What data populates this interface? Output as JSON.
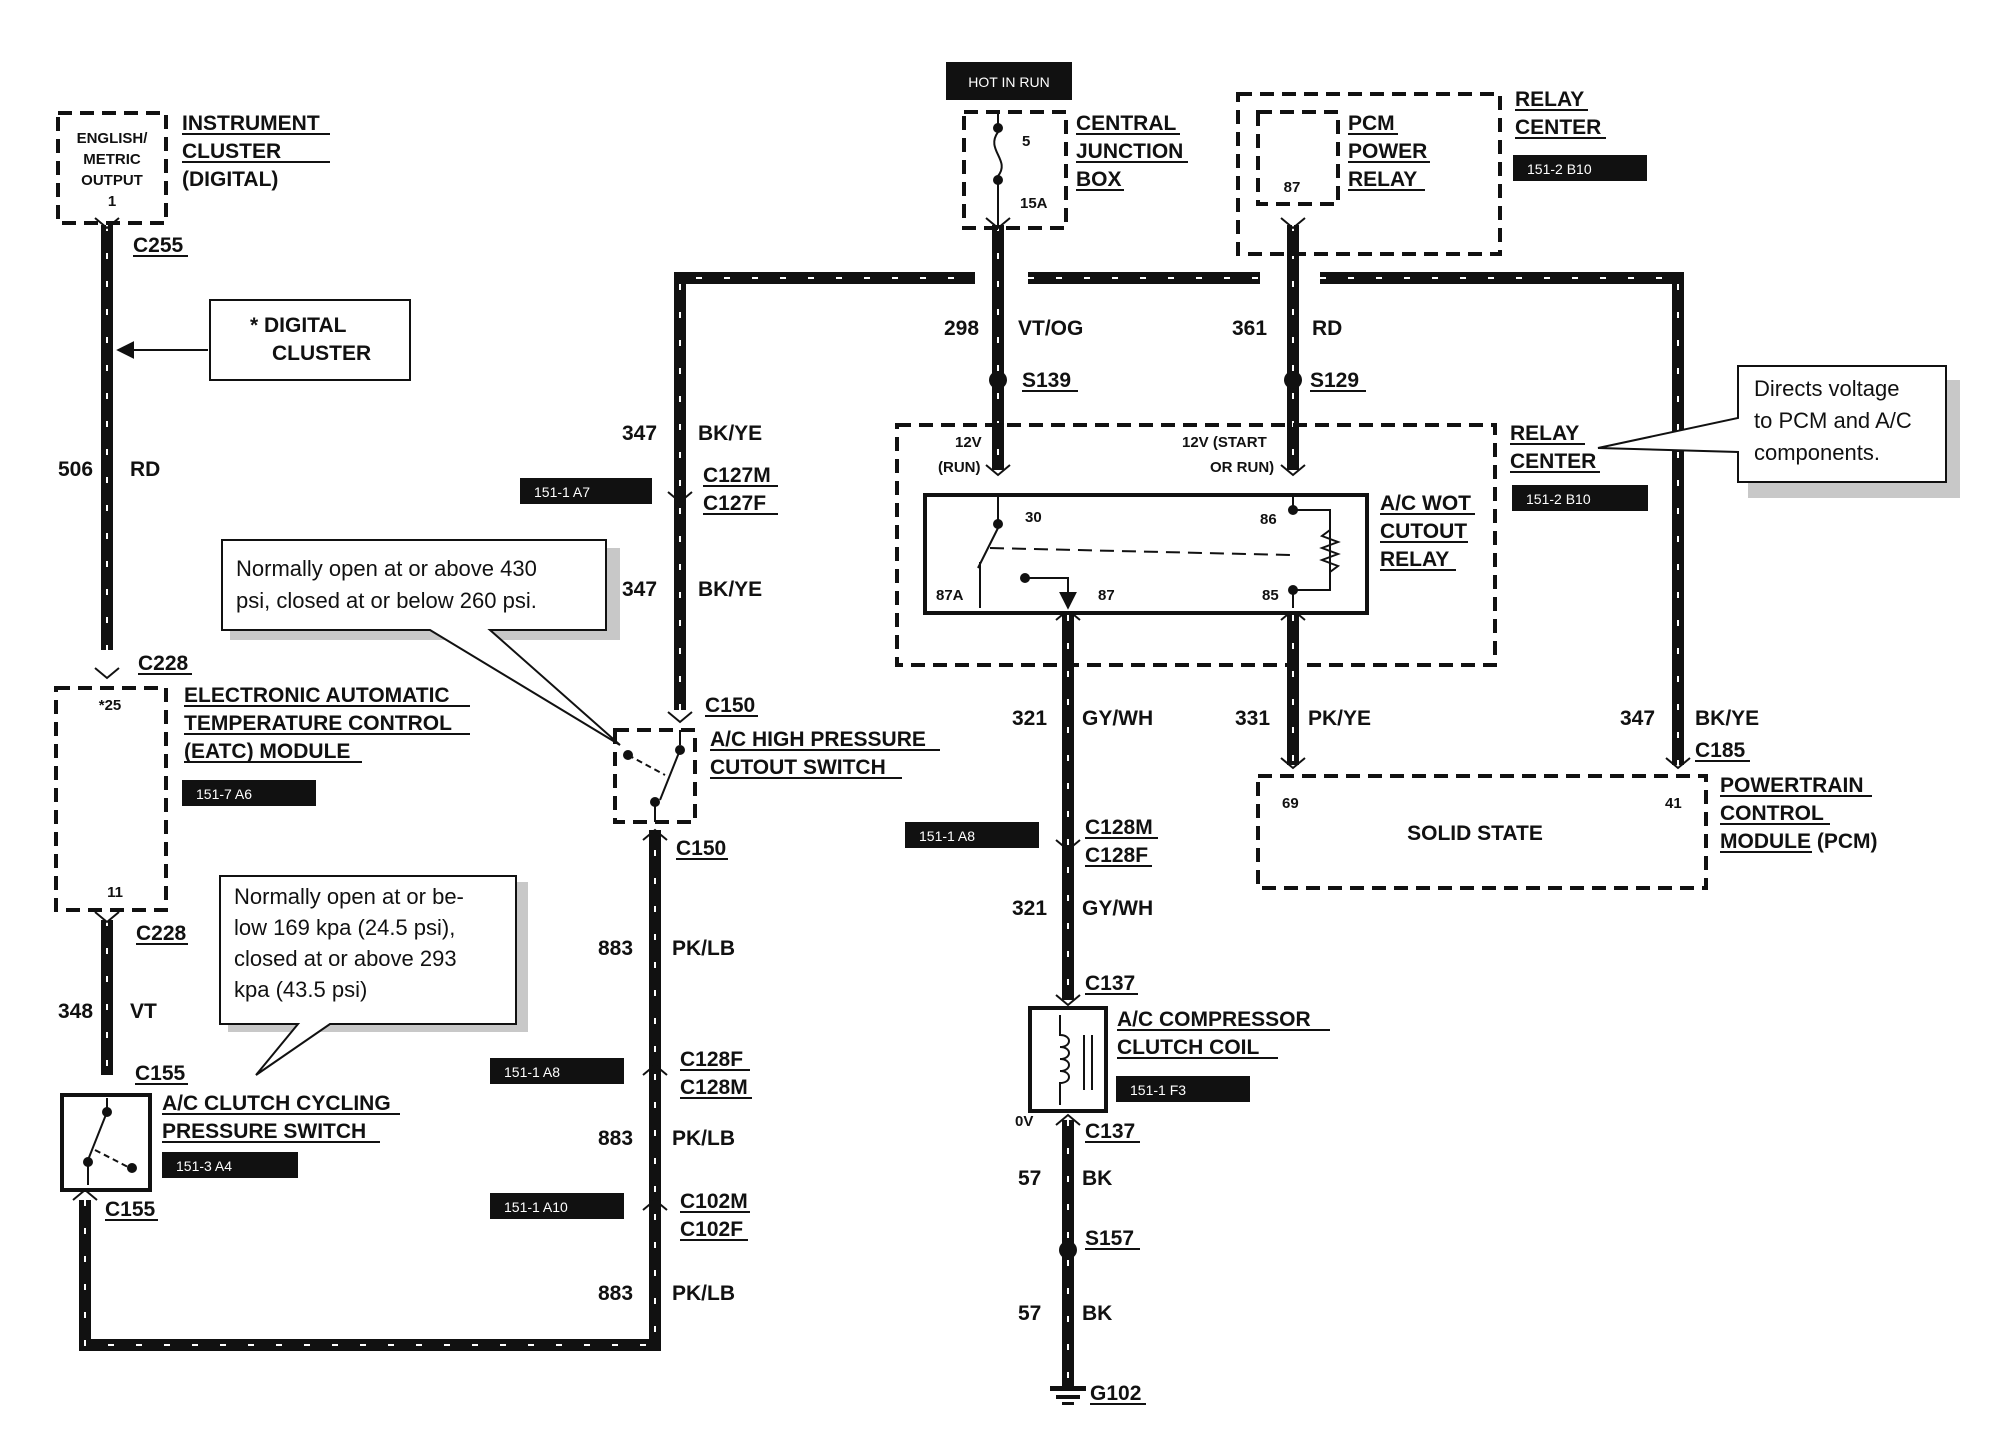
{
  "labels": {
    "hot_in_run": "HOT IN RUN",
    "cluster_box": [
      "ENGLISH/",
      "METRIC",
      "OUTPUT",
      "1"
    ],
    "instrument_cluster": [
      "INSTRUMENT",
      "CLUSTER",
      "(DIGITAL)"
    ],
    "c255": "C255",
    "digital_cluster": [
      "* DIGITAL",
      "CLUSTER"
    ],
    "w506": "506",
    "rd1": "RD",
    "c228a": "C228",
    "c228b": "C228",
    "eatc_pin25": "*25",
    "eatc_pin11": "11",
    "eatc": [
      "ELECTRONIC AUTOMATIC",
      "TEMPERATURE CONTROL",
      "(EATC) MODULE"
    ],
    "ref_eatc": "151-7 A6",
    "w348": "348",
    "vt": "VT",
    "c155a": "C155",
    "c155b": "C155",
    "clutch_cycling": [
      "A/C CLUTCH CYCLING",
      "PRESSURE SWITCH"
    ],
    "ref_cycling": "151-3 A4",
    "note_high": [
      "Normally open at or above 430",
      "psi, closed at or below 260 psi."
    ],
    "note_low": [
      "Normally open at or be-",
      "low 169 kpa (24.5 psi),",
      "closed at or above 293",
      "kpa (43.5 psi)"
    ],
    "w347a": "347",
    "bkye_a": "BK/YE",
    "c127m": "C127M",
    "c127f": "C127F",
    "ref_c127": "151-1 A7",
    "w347b": "347",
    "bkye_b": "BK/YE",
    "c150a": "C150",
    "c150b": "C150",
    "high_pressure": [
      "A/C HIGH PRESSURE",
      "CUTOUT  SWITCH"
    ],
    "w883a": "883",
    "pklb_a": "PK/LB",
    "c128f_a": "C128F",
    "c128m_a": "C128M",
    "ref_c128a": "151-1 A8",
    "w883b": "883",
    "pklb_b": "PK/LB",
    "c102m": "C102M",
    "c102f": "C102F",
    "ref_c102": "151-1 A10",
    "w883c": "883",
    "pklb_c": "PK/LB",
    "cjb_pin5": "5",
    "cjb_15a": "15A",
    "cjb": [
      "CENTRAL",
      "JUNCTION",
      "BOX"
    ],
    "w298": "298",
    "vtog": "VT/OG",
    "s139": "S139",
    "pcm_relay_pin": "87",
    "pcm_relay": [
      "PCM",
      "POWER",
      "RELAY"
    ],
    "relay_center_top": [
      "RELAY",
      "CENTER"
    ],
    "ref_rc_top": "151-2 B10",
    "w361": "361",
    "rd2": "RD",
    "s129": "S129",
    "note_directs": [
      "Directs voltage",
      "to PCM and A/C",
      "components."
    ],
    "relay_center_mid": [
      "RELAY",
      "CENTER"
    ],
    "ref_rc_mid": "151-2 B10",
    "v12run": [
      "12V",
      "(RUN)"
    ],
    "v12start": [
      "12V (START",
      "OR RUN)"
    ],
    "pin30": "30",
    "pin86": "86",
    "pin87a": "87A",
    "pin87": "87",
    "pin85": "85",
    "wot": [
      "A/C WOT",
      "CUTOUT",
      "RELAY"
    ],
    "w321a": "321",
    "gywh_a": "GY/WH",
    "w331": "331",
    "pkye": "PK/YE",
    "w347c": "347",
    "bkye_c": "BK/YE",
    "c185": "C185",
    "pcm_pin69": "69",
    "pcm_pin41": "41",
    "solid_state": "SOLID STATE",
    "pcm": [
      "POWERTRAIN",
      "CONTROL",
      "MODULE (PCM)"
    ],
    "c128m_b": "C128M",
    "c128f_b": "C128F",
    "ref_c128b": "151-1 A8",
    "w321b": "321",
    "gywh_b": "GY/WH",
    "c137a": "C137",
    "c137b": "C137",
    "compressor": [
      "A/C COMPRESSOR",
      "CLUTCH COIL"
    ],
    "ref_compressor": "151-1 F3",
    "zero_v": "0V",
    "w57a": "57",
    "bk_a": "BK",
    "s157": "S157",
    "w57b": "57",
    "bk_b": "BK",
    "g102": "G102"
  }
}
